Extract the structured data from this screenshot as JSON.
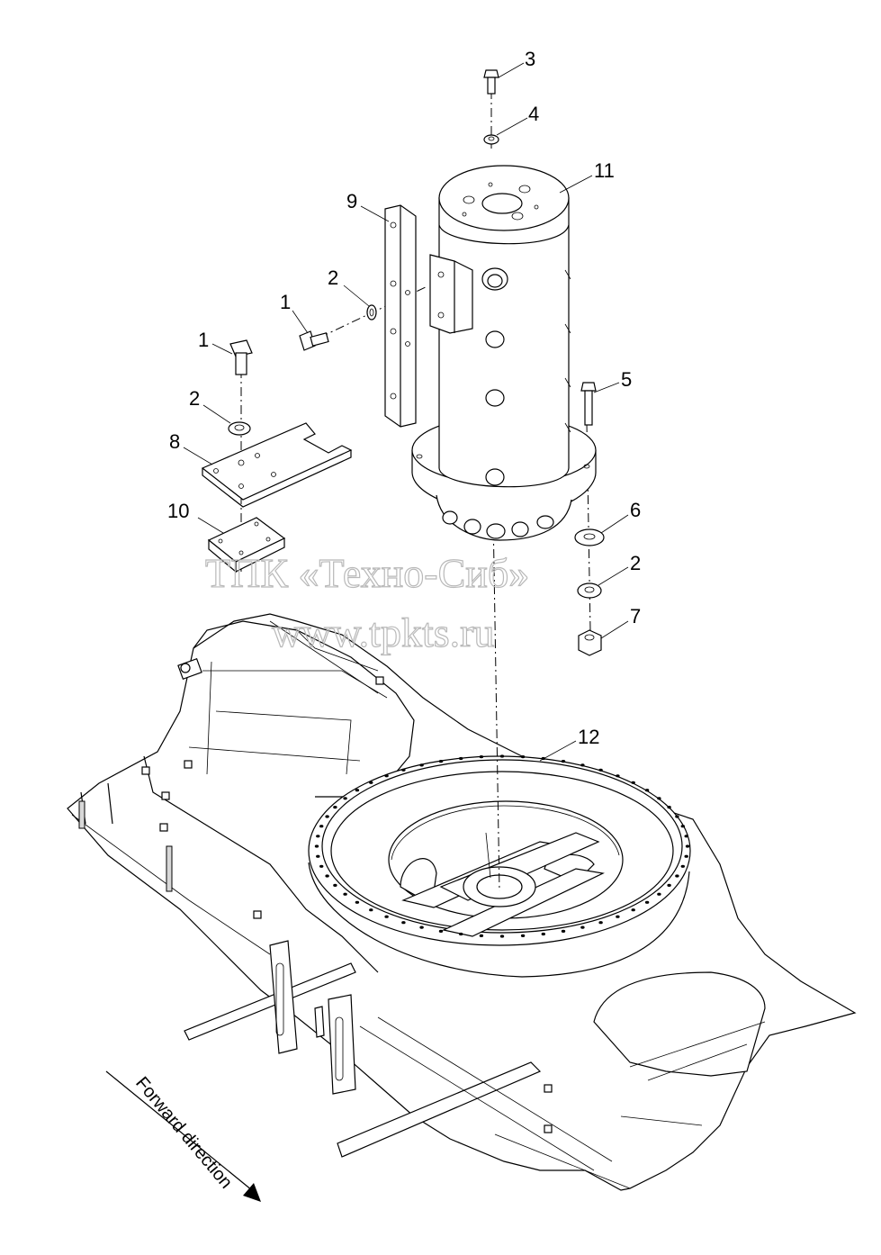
{
  "diagram": {
    "callouts": [
      {
        "id": "c3",
        "label": "3"
      },
      {
        "id": "c4",
        "label": "4"
      },
      {
        "id": "c11",
        "label": "11"
      },
      {
        "id": "c9",
        "label": "9"
      },
      {
        "id": "c2a",
        "label": "2"
      },
      {
        "id": "c1a",
        "label": "1"
      },
      {
        "id": "c1b",
        "label": "1"
      },
      {
        "id": "c2b",
        "label": "2"
      },
      {
        "id": "c8",
        "label": "8"
      },
      {
        "id": "c5",
        "label": "5"
      },
      {
        "id": "c10",
        "label": "10"
      },
      {
        "id": "c6",
        "label": "6"
      },
      {
        "id": "c2c",
        "label": "2"
      },
      {
        "id": "c7",
        "label": "7"
      },
      {
        "id": "c12",
        "label": "12"
      }
    ],
    "direction_label": "Forward direction",
    "watermark": {
      "line1": "ТПК «Техно-Сиб»",
      "line2": "www.tpkts.ru"
    }
  }
}
